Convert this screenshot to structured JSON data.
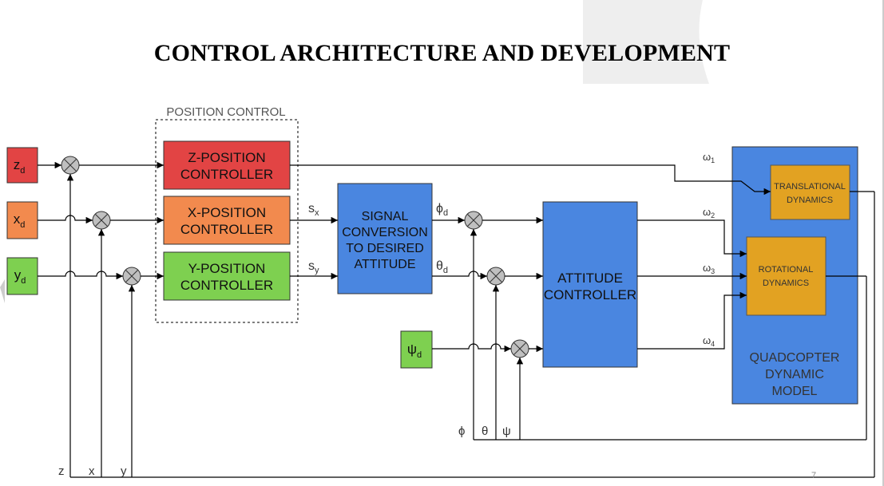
{
  "slide": {
    "title": "CONTROL ARCHITECTURE AND DEVELOPMENT",
    "page_number": "7"
  },
  "group": {
    "label": "POSITION CONTROL"
  },
  "inputs": {
    "zd": {
      "base": "z",
      "sub": "d",
      "color": "#e24444"
    },
    "xd": {
      "base": "x",
      "sub": "d",
      "color": "#f28a4e"
    },
    "yd": {
      "base": "y",
      "sub": "d",
      "color": "#7ed050"
    },
    "psid": {
      "base": "ψ",
      "sub": "d",
      "color": "#7ed050"
    }
  },
  "blocks": {
    "z_controller": {
      "line1": "Z-POSITION",
      "line2": "CONTROLLER",
      "color": "#e24444"
    },
    "x_controller": {
      "line1": "X-POSITION",
      "line2": "CONTROLLER",
      "color": "#f28a4e"
    },
    "y_controller": {
      "line1": "Y-POSITION",
      "line2": "CONTROLLER",
      "color": "#7ed050"
    },
    "signal_conversion": {
      "line1": "SIGNAL",
      "line2": "CONVERSION",
      "line3": "TO DESIRED",
      "line4": "ATTITUDE",
      "color": "#4a86e0"
    },
    "attitude_controller": {
      "line1": "ATTITUDE",
      "line2": "CONTROLLER",
      "color": "#4a86e0"
    },
    "quadcopter_model": {
      "line1": "QUADCOPTER",
      "line2": "DYNAMIC",
      "line3": "MODEL",
      "color": "#4a86e0"
    },
    "translational_dynamics": {
      "line1": "TRANSLATIONAL",
      "line2": "DYNAMICS",
      "color": "#e2a222"
    },
    "rotational_dynamics": {
      "line1": "ROTATIONAL",
      "line2": "DYNAMICS",
      "color": "#e2a222"
    }
  },
  "signals": {
    "sx": {
      "base": "s",
      "sub": "x"
    },
    "sy": {
      "base": "s",
      "sub": "y"
    },
    "phid": {
      "base": "ϕ",
      "sub": "d"
    },
    "thetad": {
      "base": "θ",
      "sub": "d"
    },
    "w1": {
      "base": "ω",
      "sub": "1"
    },
    "w2": {
      "base": "ω",
      "sub": "2"
    },
    "w3": {
      "base": "ω",
      "sub": "3"
    },
    "w4": {
      "base": "ω",
      "sub": "4"
    }
  },
  "feedback": {
    "z": "z",
    "x": "x",
    "y": "y",
    "phi": "ϕ",
    "theta": "θ",
    "psi": "ψ"
  }
}
